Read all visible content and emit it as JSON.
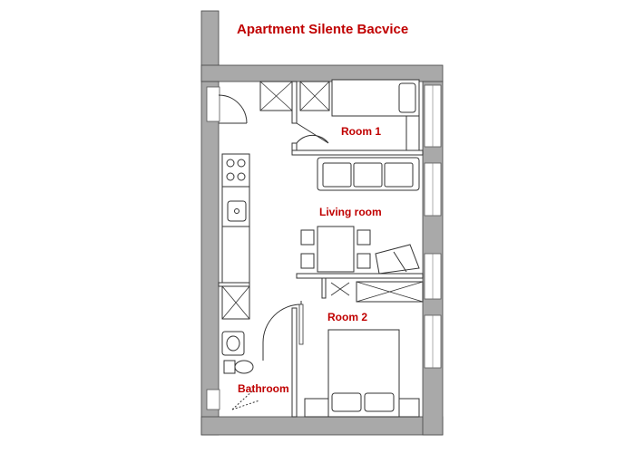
{
  "plan": {
    "title": "Apartment Silente Bacvice",
    "rooms": [
      {
        "name": "room-1",
        "label": "Room 1"
      },
      {
        "name": "living-room",
        "label": "Living room"
      },
      {
        "name": "room-2",
        "label": "Room 2"
      },
      {
        "name": "bathroom",
        "label": "Bathroom"
      }
    ]
  },
  "colors": {
    "wall": "#a9a9a9",
    "line": "#333333",
    "label": "#c00000",
    "background": "#ffffff"
  }
}
